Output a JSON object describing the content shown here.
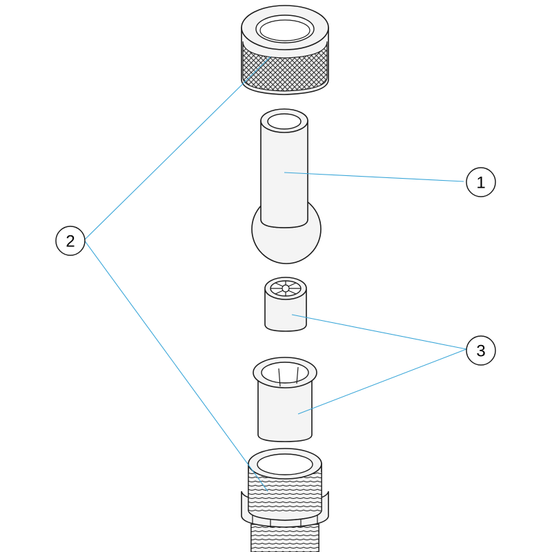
{
  "colors": {
    "leader_line": "#3aa6d8",
    "outline": "#1a1a1a",
    "part_fill": "#f4f4f4"
  },
  "callouts": [
    {
      "label": "1"
    },
    {
      "label": "2"
    },
    {
      "label": "3"
    }
  ]
}
